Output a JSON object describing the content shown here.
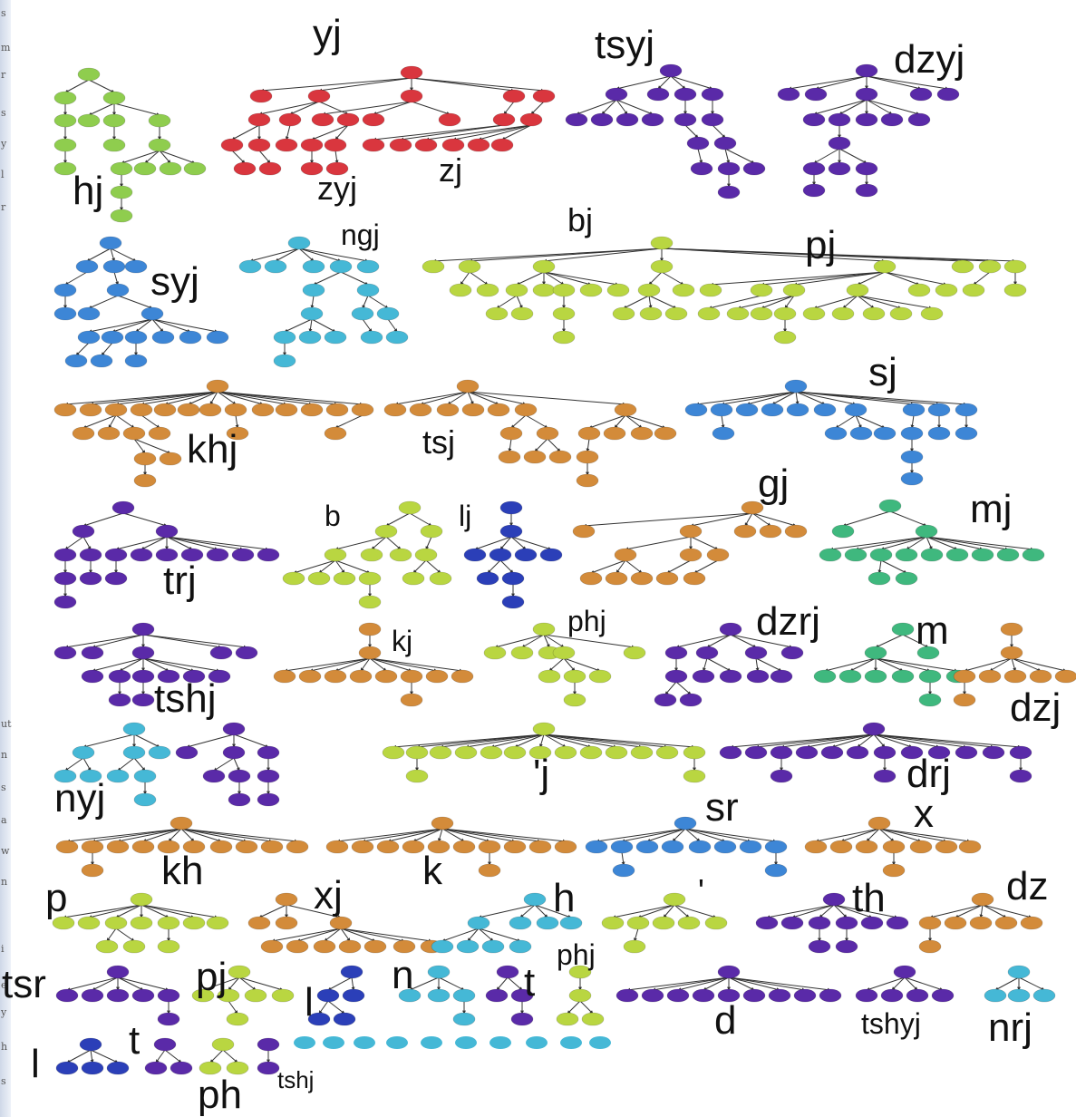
{
  "palette": {
    "green": "#8fcd4e",
    "red": "#d9363e",
    "blue": "#3d86d6",
    "purple": "#5a2aa8",
    "cyan": "#45b8d6",
    "orange": "#d38b3a",
    "yellowgreen": "#b9d641",
    "navy": "#2b3fb8",
    "teal": "#3fb87e",
    "edge": "#333333"
  },
  "left_edge_glyphs": [
    "s",
    "m",
    "r",
    "s",
    "y",
    "l",
    "r",
    "ut",
    "n",
    "s",
    "a",
    "w",
    "n",
    "i",
    "e",
    "y",
    "h",
    "s"
  ],
  "clusters": [
    {
      "label": "hj",
      "color": "green"
    },
    {
      "label": "yj",
      "color": "red"
    },
    {
      "label": "zyj",
      "color": "blue"
    },
    {
      "label": "zj",
      "color": "blue"
    },
    {
      "label": "tsyj",
      "color": "purple"
    },
    {
      "label": "dzyj",
      "color": "purple"
    },
    {
      "label": "syj",
      "color": "blue"
    },
    {
      "label": "ngj",
      "color": "cyan"
    },
    {
      "label": "bj",
      "color": "yellowgreen"
    },
    {
      "label": "pj",
      "color": "yellowgreen"
    },
    {
      "label": "sj",
      "color": "blue"
    },
    {
      "label": "khj",
      "color": "orange"
    },
    {
      "label": "tsj",
      "color": "orange"
    },
    {
      "label": "b",
      "color": "yellowgreen"
    },
    {
      "label": "lj",
      "color": "navy"
    },
    {
      "label": "gj",
      "color": "orange"
    },
    {
      "label": "mj",
      "color": "teal"
    },
    {
      "label": "trj",
      "color": "purple"
    },
    {
      "label": "tshj",
      "color": "purple"
    },
    {
      "label": "kj",
      "color": "orange"
    },
    {
      "label": "phj",
      "color": "yellowgreen"
    },
    {
      "label": "dzrj",
      "color": "purple"
    },
    {
      "label": "m",
      "color": "teal"
    },
    {
      "label": "dzj",
      "color": "orange"
    },
    {
      "label": "nyj",
      "color": "cyan"
    },
    {
      "label": "'j",
      "color": "yellowgreen"
    },
    {
      "label": "drj",
      "color": "purple"
    },
    {
      "label": "sr",
      "color": "blue"
    },
    {
      "label": "x",
      "color": "orange"
    },
    {
      "label": "kh",
      "color": "orange"
    },
    {
      "label": "k",
      "color": "orange"
    },
    {
      "label": "p",
      "color": "yellowgreen"
    },
    {
      "label": "xj",
      "color": "orange"
    },
    {
      "label": "h",
      "color": "cyan"
    },
    {
      "label": "'",
      "color": "yellowgreen"
    },
    {
      "label": "th",
      "color": "purple"
    },
    {
      "label": "dz",
      "color": "orange"
    },
    {
      "label": "tsr",
      "color": "purple"
    },
    {
      "label": "pj",
      "color": "yellowgreen"
    },
    {
      "label": "l",
      "color": "navy"
    },
    {
      "label": "n",
      "color": "cyan"
    },
    {
      "label": "t",
      "color": "purple"
    },
    {
      "label": "phj",
      "color": "yellowgreen"
    },
    {
      "label": "d",
      "color": "purple"
    },
    {
      "label": "tshyj",
      "color": "purple"
    },
    {
      "label": "nrj",
      "color": "cyan"
    },
    {
      "label": "l",
      "color": "navy"
    },
    {
      "label": "t",
      "color": "purple"
    },
    {
      "label": "ph",
      "color": "yellowgreen"
    },
    {
      "label": "tshj",
      "color": "purple"
    }
  ]
}
